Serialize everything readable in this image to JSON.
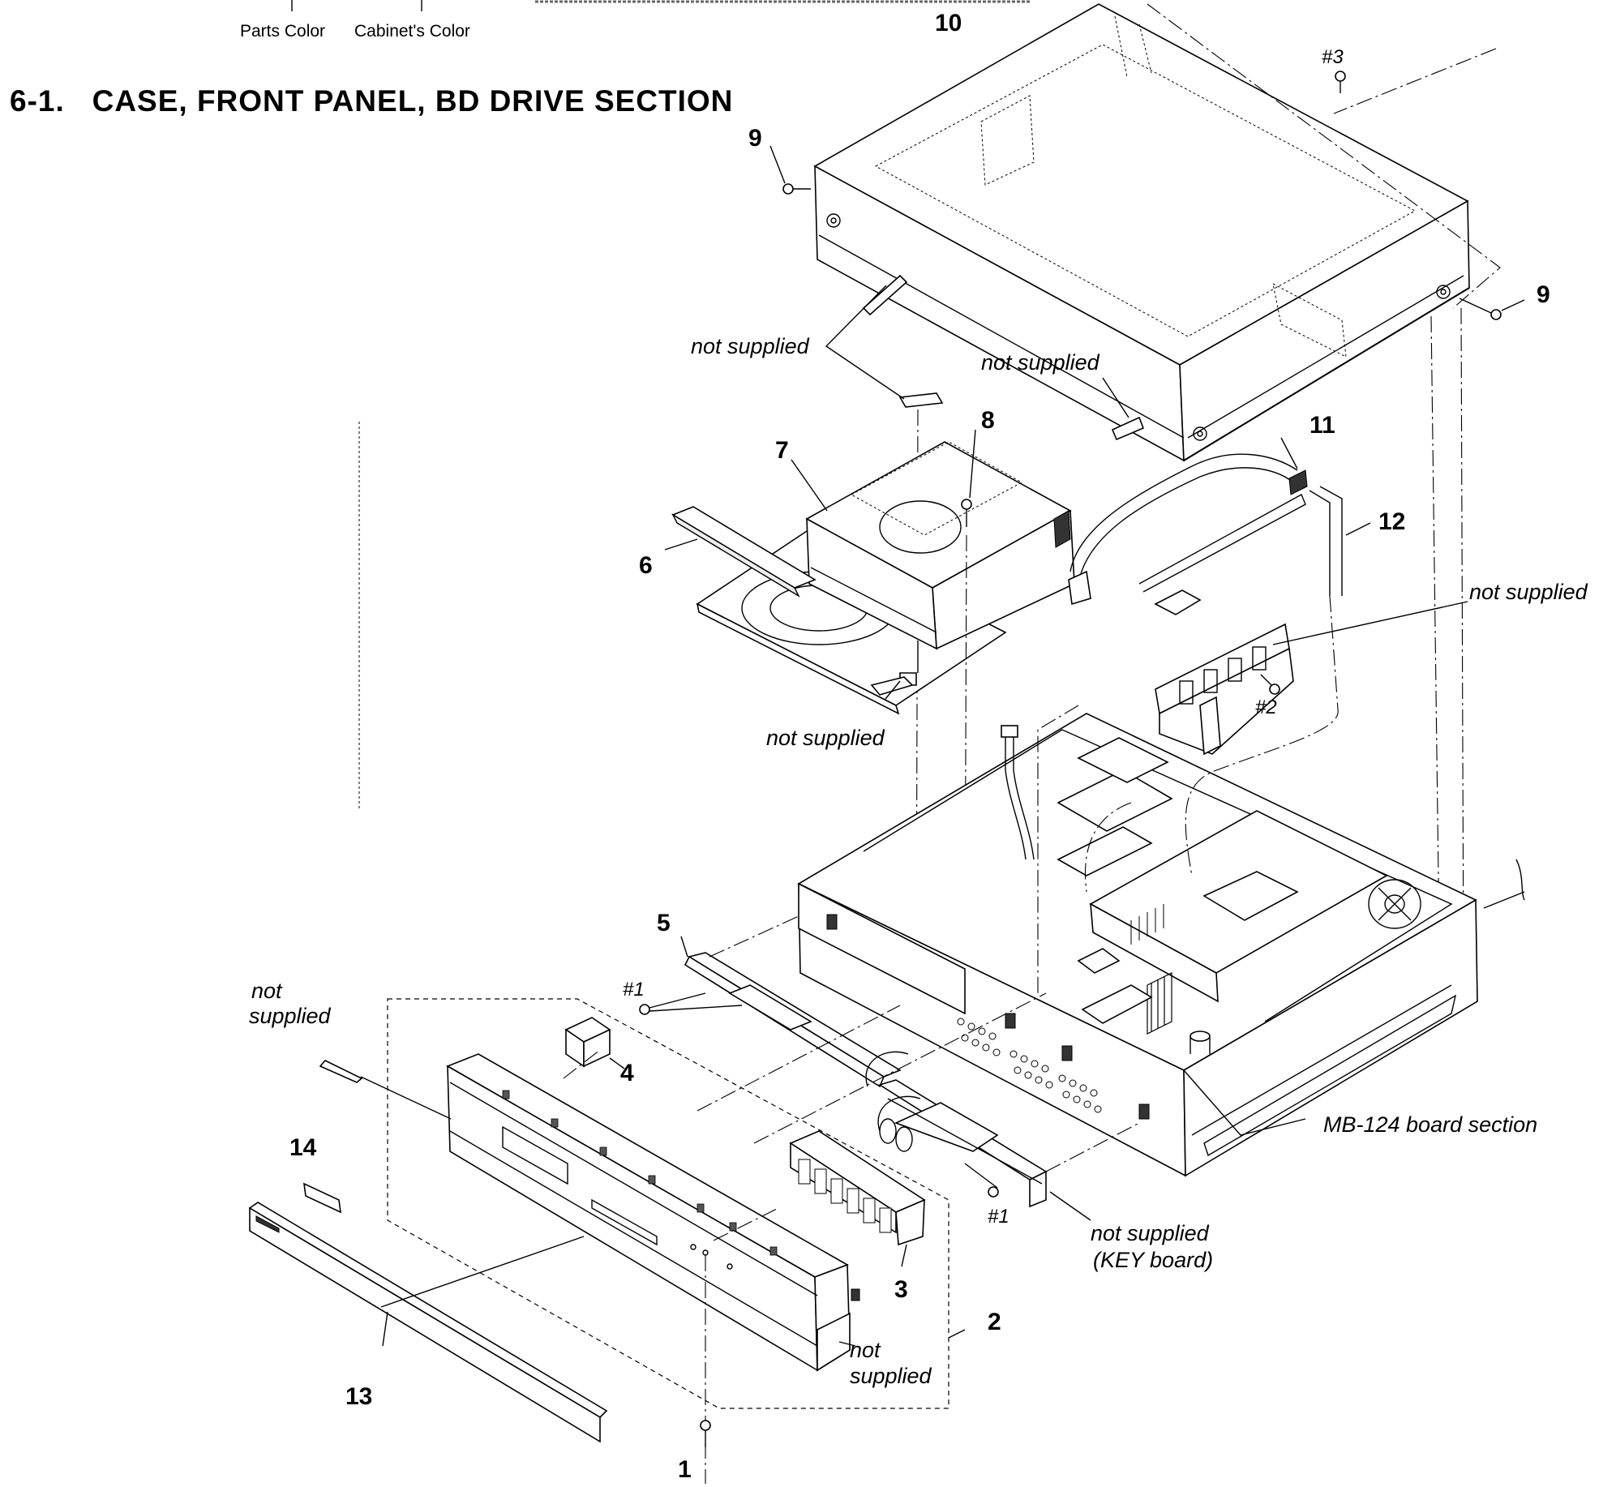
{
  "header": {
    "parts_color_label": "Parts Color",
    "cabinet_color_label": "Cabinet's Color"
  },
  "section_title": "6-1.   CASE, FRONT PANEL, BD DRIVE SECTION",
  "callouts": {
    "p1": "1",
    "p2": "2",
    "p3": "3",
    "p4": "4",
    "p5": "5",
    "p6": "6",
    "p7": "7",
    "p8": "8",
    "p9a": "9",
    "p9b": "9",
    "p10": "10",
    "p11": "11",
    "p12": "12",
    "p13": "13",
    "p14": "14"
  },
  "screws": {
    "s1a": "#1",
    "s1b": "#1",
    "s2": "#2",
    "s3": "#3"
  },
  "notes": {
    "not_supplied": "not supplied",
    "not_word": "not",
    "supplied_word": "supplied",
    "key_board": "(KEY board)",
    "mb_board": "MB-124 board section"
  }
}
